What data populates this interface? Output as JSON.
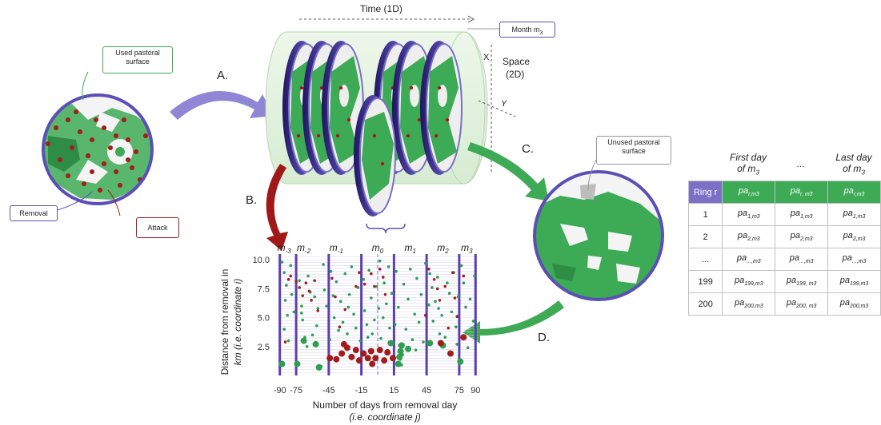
{
  "callouts": {
    "used_pastoral_surface": "Used pastoral surface",
    "removal": "Removal",
    "attack": "Attack",
    "month": "Month m",
    "month_sub": "3",
    "unused_pastoral_surface": "Unused pastoral surface"
  },
  "steps": {
    "a": "A.",
    "b": "B.",
    "c": "C.",
    "d": "D."
  },
  "cylinder": {
    "time_label": "Time (1D)",
    "space_label_1": "Space",
    "space_label_2": "(2D)",
    "x_axis": "X",
    "y_axis": "Y"
  },
  "chart_data": {
    "type": "scatter",
    "ylabel_line1": "Distance from removal in",
    "ylabel_line2": "km (i.e. coordinate i)",
    "xlabel_line1": "Number of days from removal day",
    "xlabel_line2": "(i.e. coordinate j)",
    "xlim": [
      -92,
      92
    ],
    "ylim": [
      0,
      10.5
    ],
    "x_ticks": [
      -90,
      -75,
      -45,
      -15,
      15,
      45,
      75,
      90
    ],
    "y_ticks": [
      2.5,
      5.0,
      7.5,
      10.0
    ],
    "month_labels": [
      {
        "name": "m",
        "sub": "-3",
        "x": -86
      },
      {
        "name": "m",
        "sub": "-2",
        "x": -68
      },
      {
        "name": "m",
        "sub": "-1",
        "x": -38
      },
      {
        "name": "m",
        "sub": "0",
        "x": 0
      },
      {
        "name": "m",
        "sub": "1",
        "x": 30
      },
      {
        "name": "m",
        "sub": "2",
        "x": 60
      },
      {
        "name": "m",
        "sub": "3",
        "x": 82
      }
    ],
    "month_dividers": [
      -90,
      -75,
      -45,
      -15,
      15,
      45,
      75,
      90
    ],
    "series": [
      {
        "color": "#2e9e4f",
        "points": [
          [
            -88,
            9.8
          ],
          [
            -86,
            8.9
          ],
          [
            -84,
            7.8
          ],
          [
            -85,
            6.5
          ],
          [
            -83,
            5.2
          ],
          [
            -86,
            4.0
          ],
          [
            -89,
            1.0
          ],
          [
            -82,
            3.0
          ],
          [
            -80,
            9.5
          ],
          [
            -79,
            7.0
          ],
          [
            -77,
            5.5
          ],
          [
            -74,
            1.0
          ],
          [
            -72,
            8.2
          ],
          [
            -70,
            6.0
          ],
          [
            -69,
            4.8
          ],
          [
            -67,
            3.3
          ],
          [
            -65,
            2.5
          ],
          [
            -64,
            8.6
          ],
          [
            -62,
            7.2
          ],
          [
            -60,
            3.5
          ],
          [
            -58,
            6.8
          ],
          [
            -56,
            4.3
          ],
          [
            -55,
            5.8
          ],
          [
            -52,
            0.8
          ],
          [
            -50,
            9.6
          ],
          [
            -49,
            7.4
          ],
          [
            -47,
            6.0
          ],
          [
            -43,
            9.0
          ],
          [
            -41,
            6.9
          ],
          [
            -40,
            5.0
          ],
          [
            -38,
            8.1
          ],
          [
            -36,
            3.9
          ],
          [
            -34,
            6.4
          ],
          [
            -32,
            4.6
          ],
          [
            -30,
            8.8
          ],
          [
            -28,
            3.6
          ],
          [
            -26,
            7.0
          ],
          [
            -24,
            9.4
          ],
          [
            -22,
            5.3
          ],
          [
            -20,
            4.1
          ],
          [
            -18,
            7.6
          ],
          [
            -16,
            3.0
          ],
          [
            -13,
            8.3
          ],
          [
            -12,
            5.6
          ],
          [
            -10,
            4.4
          ],
          [
            -8,
            9.1
          ],
          [
            -6,
            6.7
          ],
          [
            -5,
            3.6
          ],
          [
            -3,
            4.8
          ],
          [
            -1,
            7.7
          ],
          [
            2,
            9.9
          ],
          [
            3,
            3.2
          ],
          [
            5,
            5.0
          ],
          [
            6,
            8.0
          ],
          [
            8,
            6.2
          ],
          [
            10,
            9.4
          ],
          [
            11,
            4.1
          ],
          [
            13,
            7.1
          ],
          [
            14,
            2.8
          ],
          [
            17,
            9.0
          ],
          [
            19,
            5.9
          ],
          [
            20,
            2.6
          ],
          [
            21,
            1.4
          ],
          [
            22,
            0.9
          ],
          [
            23,
            1.8
          ],
          [
            24,
            7.9
          ],
          [
            26,
            4.0
          ],
          [
            28,
            6.6
          ],
          [
            30,
            9.2
          ],
          [
            32,
            3.1
          ],
          [
            34,
            5.3
          ],
          [
            36,
            8.4
          ],
          [
            38,
            4.6
          ],
          [
            40,
            7.0
          ],
          [
            42,
            2.9
          ],
          [
            44,
            9.7
          ],
          [
            47,
            6.1
          ],
          [
            48,
            8.8
          ],
          [
            50,
            7.6
          ],
          [
            51,
            4.7
          ],
          [
            53,
            6.4
          ],
          [
            55,
            8.5
          ],
          [
            57,
            3.6
          ],
          [
            59,
            5.2
          ],
          [
            62,
            3.3
          ],
          [
            64,
            8.0
          ],
          [
            66,
            7.1
          ],
          [
            68,
            5.5
          ],
          [
            70,
            8.9
          ],
          [
            72,
            4.2
          ],
          [
            74,
            6.8
          ],
          [
            77,
            9.5
          ],
          [
            79,
            8.0
          ],
          [
            81,
            5.9
          ],
          [
            83,
            2.4
          ],
          [
            85,
            6.6
          ],
          [
            87,
            3.9
          ],
          [
            89,
            8.6
          ],
          [
            -70,
            5.4
          ],
          [
            -44,
            3.1
          ],
          [
            -27,
            5.9
          ],
          [
            -9,
            3.3
          ],
          [
            1,
            5.8
          ],
          [
            16,
            4.4
          ],
          [
            35,
            2.2
          ],
          [
            56,
            5.8
          ],
          [
            73,
            2.7
          ],
          [
            88,
            4.7
          ]
        ],
        "big": [
          [
            -88,
            1.0
          ],
          [
            -74,
            1.0
          ],
          [
            -54,
            0.7
          ],
          [
            -57,
            2.7
          ],
          [
            -68,
            3.0
          ],
          [
            19,
            1.0
          ],
          [
            20,
            1.6
          ],
          [
            21,
            2.1
          ],
          [
            22,
            2.6
          ],
          [
            28,
            2.3
          ],
          [
            48,
            2.8
          ],
          [
            60,
            2.6
          ],
          [
            76,
            1.2
          ],
          [
            12,
            2.8
          ]
        ]
      },
      {
        "color": "#a31c1c",
        "points": [
          [
            -85,
            2.9
          ],
          [
            -82,
            8.3
          ],
          [
            -80,
            8.6
          ],
          [
            -75,
            8.1
          ],
          [
            -72,
            7.6
          ],
          [
            -69,
            6.9
          ],
          [
            -66,
            8.0
          ],
          [
            -63,
            7.3
          ],
          [
            -61,
            6.5
          ],
          [
            -58,
            8.2
          ],
          [
            -55,
            5.6
          ],
          [
            -42,
            8.4
          ],
          [
            -39,
            6.8
          ],
          [
            -35,
            4.2
          ],
          [
            -30,
            5.7
          ],
          [
            -20,
            7.7
          ],
          [
            -17,
            8.9
          ],
          [
            -12,
            7.9
          ],
          [
            -6,
            8.8
          ],
          [
            -3,
            7.7
          ],
          [
            2,
            9.2
          ],
          [
            5,
            8.5
          ],
          [
            7,
            7.0
          ],
          [
            44,
            5.2
          ],
          [
            47,
            9.2
          ],
          [
            52,
            8.3
          ],
          [
            55,
            7.5
          ],
          [
            57,
            6.5
          ],
          [
            62,
            7.7
          ],
          [
            65,
            4.1
          ],
          [
            69,
            8.9
          ],
          [
            71,
            6.7
          ],
          [
            73,
            5.1
          ],
          [
            79,
            8.6
          ]
        ],
        "big": [
          [
            -38,
            1.4
          ],
          [
            -33,
            1.9
          ],
          [
            -28,
            2.4
          ],
          [
            -24,
            1.6
          ],
          [
            -20,
            2.2
          ],
          [
            -17,
            1.3
          ],
          [
            -13,
            1.9
          ],
          [
            -9,
            1.5
          ],
          [
            -6,
            2.1
          ],
          [
            -2,
            1.5
          ],
          [
            2,
            2.2
          ],
          [
            6,
            1.3
          ],
          [
            9,
            2.0
          ],
          [
            14,
            1.5
          ],
          [
            58,
            2.8
          ],
          [
            67,
            1.9
          ],
          [
            79,
            3.3
          ],
          [
            -44,
            1.5
          ],
          [
            -31,
            2.7
          ],
          [
            -5,
            1.0
          ]
        ]
      }
    ]
  },
  "table": {
    "column_heads": [
      {
        "line1": "First day",
        "line2": "of m",
        "sub": "3"
      },
      {
        "line1": "...",
        "line2": "",
        "sub": ""
      },
      {
        "line1": "Last day",
        "line2": "of m",
        "sub": "3"
      }
    ],
    "corner": "Ring r",
    "header": [
      {
        "base": "pa",
        "sub": "r,m3"
      },
      {
        "base": "pa",
        "sub": "r, m3"
      },
      {
        "base": "pa",
        "sub": "r,m3"
      }
    ],
    "rows": [
      {
        "ring": "1",
        "cells": [
          {
            "base": "pa",
            "sub": "1,m3"
          },
          {
            "base": "pa",
            "sub": "1,m3"
          },
          {
            "base": "pa",
            "sub": "1,m3"
          }
        ]
      },
      {
        "ring": "2",
        "cells": [
          {
            "base": "pa",
            "sub": "2,m3"
          },
          {
            "base": "pa",
            "sub": "2,m3"
          },
          {
            "base": "pa",
            "sub": "2,m3"
          }
        ]
      },
      {
        "ring": "...",
        "cells": [
          {
            "base": "pa",
            "sub": "...,m3"
          },
          {
            "base": "pa",
            "sub": "...,m3"
          },
          {
            "base": "pa",
            "sub": "...,m3"
          }
        ]
      },
      {
        "ring": "199",
        "cells": [
          {
            "base": "pa",
            "sub": "199,m3"
          },
          {
            "base": "pa",
            "sub": "199, m3"
          },
          {
            "base": "pa",
            "sub": "199,m3"
          }
        ]
      },
      {
        "ring": "200",
        "cells": [
          {
            "base": "pa",
            "sub": "200,m3"
          },
          {
            "base": "pa",
            "sub": "200, m3"
          },
          {
            "base": "pa",
            "sub": "200,m3"
          }
        ]
      }
    ]
  },
  "colors": {
    "green": "#3daa55",
    "dark_red": "#a31c1c",
    "purple": "#5b4fb5",
    "arrow_purple": "#8f86d6",
    "arrow_green": "#3faa55",
    "arrow_red": "#a01818"
  }
}
